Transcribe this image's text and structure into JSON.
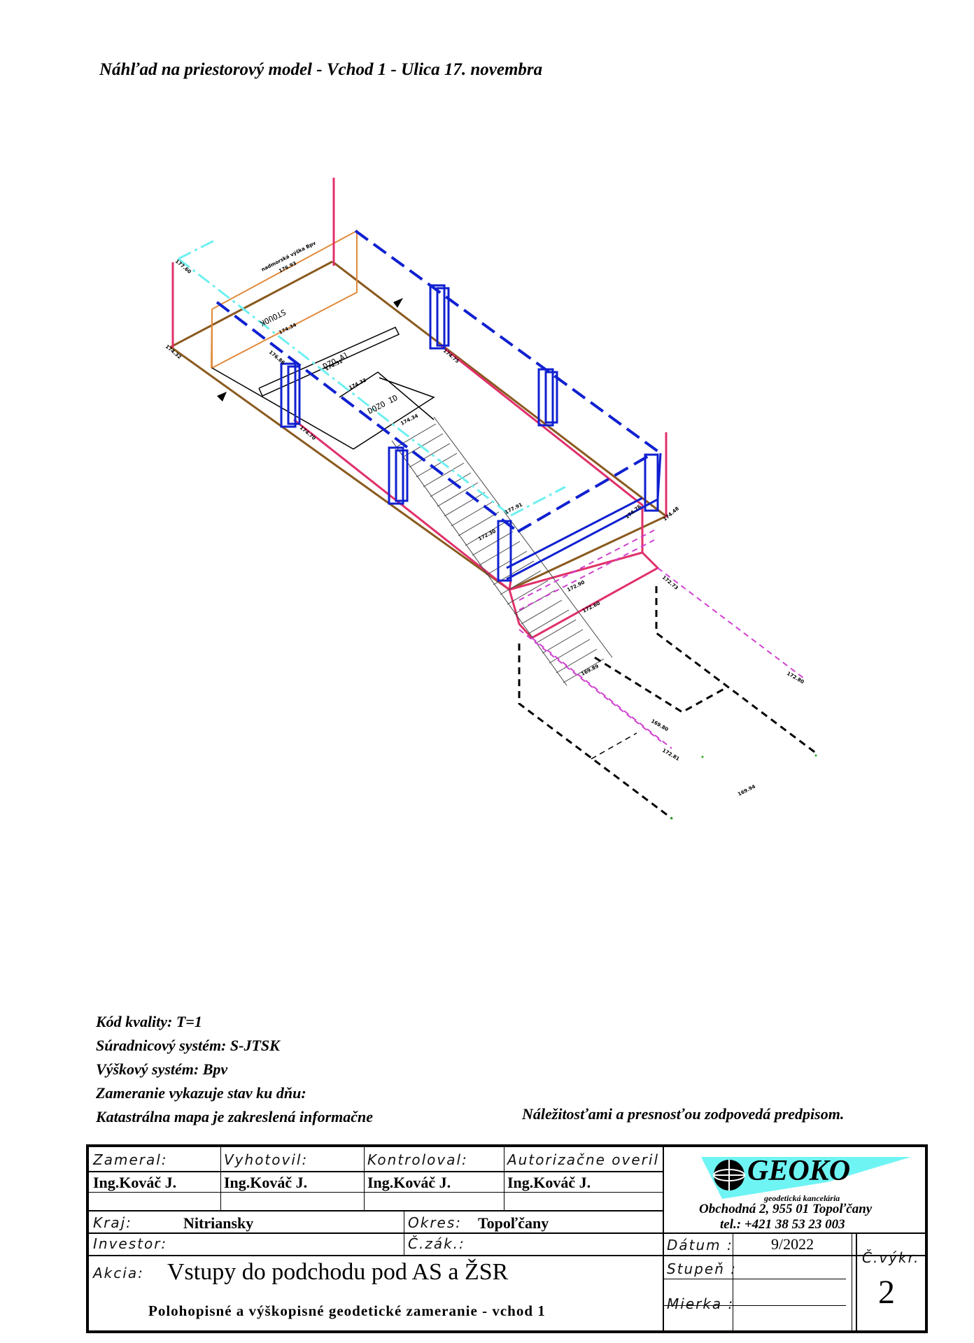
{
  "title": "Náhľad na priestorový model - Vchod 1 - Ulica 17. novembra",
  "drawing_labels": {
    "l1": "177.60",
    "l2": "nadmorská výška Bpv",
    "l3": "176.93",
    "l4": "174.32",
    "l5": "174.34",
    "l6": "174.51",
    "l7": "176.86",
    "l8": "174.33",
    "l9": "174.75",
    "l10": "174.70",
    "l11": "174.34",
    "l12": "177.91",
    "l13": "172.30",
    "l14": "174.76",
    "l15": "174.48",
    "l16": "172.73",
    "l17": "172.90",
    "l18": "172.60",
    "l19": "172.80",
    "l20": "169.89",
    "l21": "169.80",
    "l22": "172.81",
    "l23": "169.94",
    "t1": "STOUOK",
    "t2": "DZO Al",
    "t3": "DQZO ID"
  },
  "notes": [
    "Kód kvality: T=1",
    "Súradnicový systém:  S-JTSK",
    "Výškový systém:  Bpv",
    "Zameranie vykazuje stav ku dňu:",
    "Katastrálna mapa je zakreslená informačne"
  ],
  "right_note": "Náležitosťami a presnosťou zodpovedá predpisom.",
  "titleblock": {
    "zameral_label": "Zameral:",
    "zameral": "Ing.Kováč J.",
    "vyhotovil_label": "Vyhotovil:",
    "vyhotovil": "Ing.Kováč J.",
    "kontroloval_label": "Kontroloval:",
    "kontroloval": "Ing.Kováč J.",
    "autorizacne_label": "Autorizačne overil",
    "autorizacne": "Ing.Kováč J.",
    "kraj_label": "Kraj:",
    "kraj": "Nitriansky",
    "okres_label": "Okres:",
    "okres": "Topoľčany",
    "investor_label": "Investor:",
    "czak_label": "Č.zák.:",
    "akcia_label": "Akcia:",
    "akcia": "Vstupy do podchodu pod AS a ŽSR",
    "akcia_sub": "Polohopisné a výškopisné geodetické zameranie - vchod 1",
    "datum_label": "Dátum :",
    "datum": "9/2022",
    "stupen_label": "Stupeň :",
    "mierka_label": "Mierka :",
    "cvykr_label": "Č.výkr.",
    "cvykr": "2"
  },
  "company": {
    "name": "GEOKO",
    "subtitle": "geodetická kancelária",
    "address": "Obchodná 2, 955 01 Topoľčany",
    "phone": "tel.: +421 38 53 23 003"
  },
  "colors": {
    "brown": "#8a5a1e",
    "orange": "#e08a3c",
    "pink": "#e0306a",
    "blue": "#1020d0",
    "cyan": "#6ff0f0",
    "magenta": "#d040d0",
    "logo_cyan": "#6ff4f4"
  }
}
